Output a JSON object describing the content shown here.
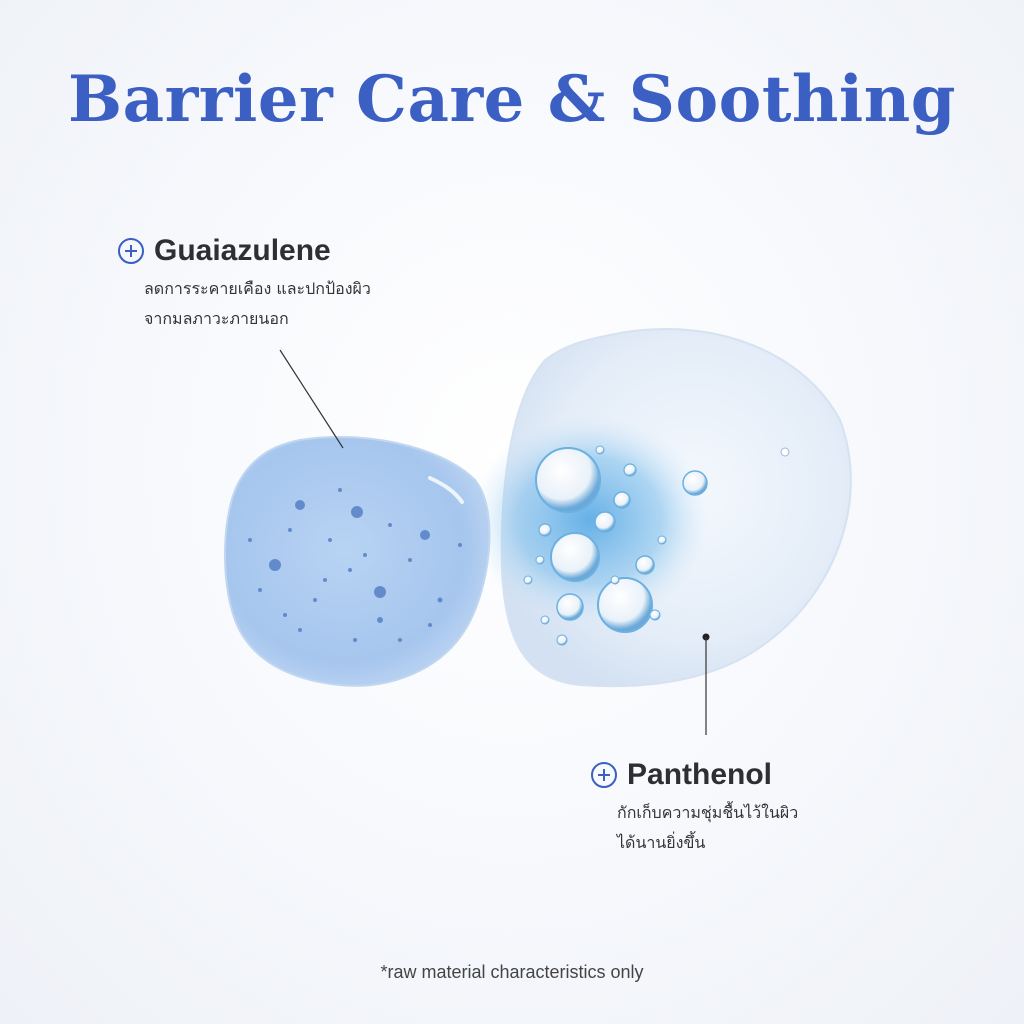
{
  "title": "Barrier Care & Soothing",
  "ingredients": [
    {
      "name": "Guaiazulene",
      "description": [
        "ลดการระคายเคือง และปกป้องผิว",
        "จากมลภาวะภายนอก"
      ],
      "icon": "plus-circle-icon"
    },
    {
      "name": "Panthenol",
      "description": [
        "กักเก็บความชุ่มชื้นไว้ในผิว",
        "ได้นานยิ่งขึ้น"
      ],
      "icon": "plus-circle-icon"
    }
  ],
  "footnote": "*raw material characteristics only",
  "colors": {
    "accent": "#3c5fc4",
    "text": "#2e2e33",
    "blue_blob": "#a9c8ee",
    "clear_blob": "#e3ecf7"
  }
}
